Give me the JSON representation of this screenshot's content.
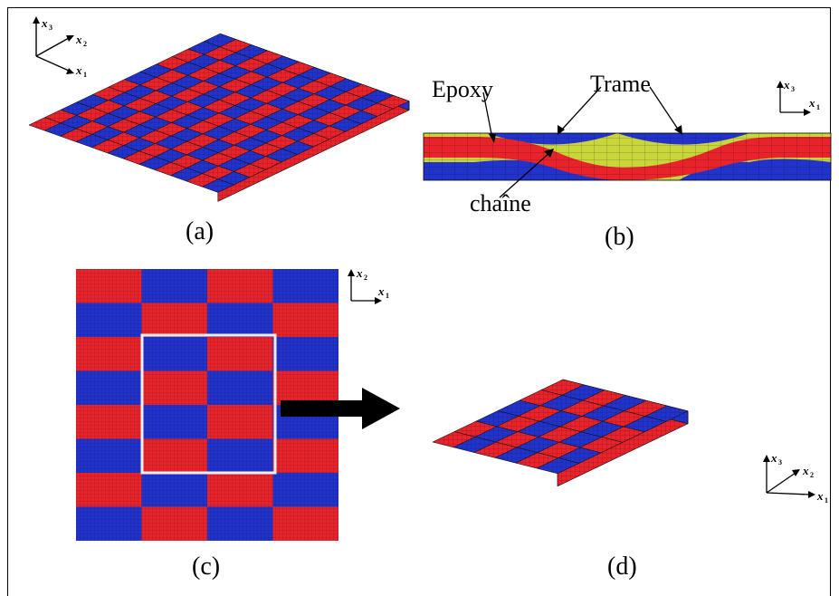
{
  "colors": {
    "warp_red": "#e8232b",
    "weft_blue": "#2233cc",
    "epoxy_yellow": "#c8d63c",
    "mesh_line": "#111111",
    "selection_box": "#eeeeee"
  },
  "panels": {
    "a": {
      "label": "(a)"
    },
    "b": {
      "label": "(b)",
      "epoxy": "Epoxy",
      "trame": "Trame",
      "chaine": "chaîne"
    },
    "c": {
      "label": "(c)"
    },
    "d": {
      "label": "(d)"
    }
  },
  "axes": {
    "x1": "x",
    "x2": "x",
    "x3": "x",
    "sub1": "1",
    "sub2": "2",
    "sub3": "3"
  }
}
